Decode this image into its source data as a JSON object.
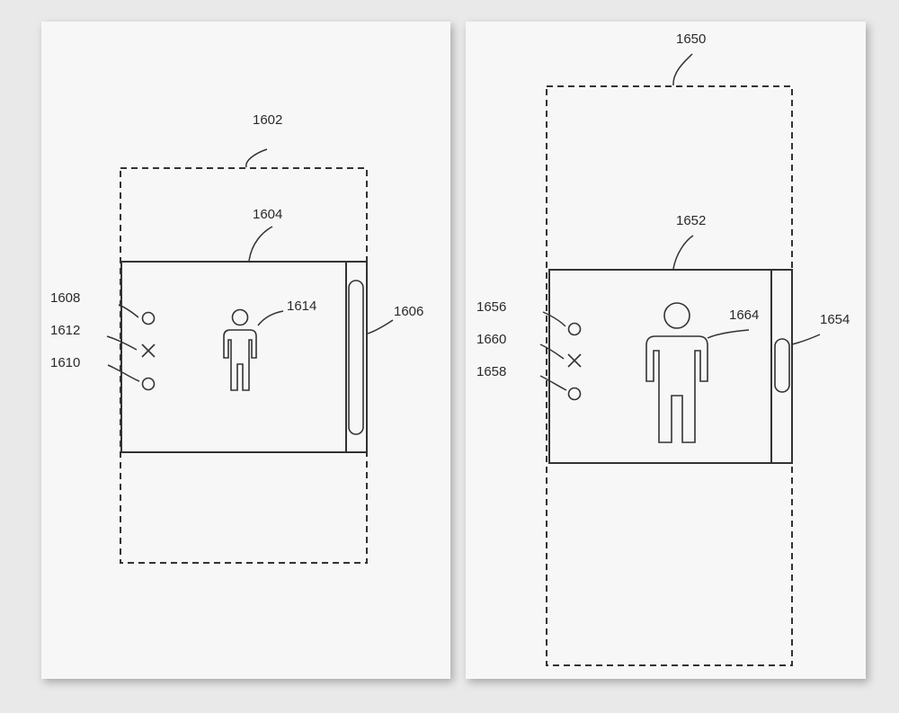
{
  "figures": [
    {
      "outer_label": "1602",
      "display_label": "1604",
      "strip_label": "1606",
      "dot_top_label": "1608",
      "cross_label": "1612",
      "dot_bottom_label": "1610",
      "person_label": "1614"
    },
    {
      "outer_label": "1650",
      "display_label": "1652",
      "strip_label": "1654",
      "dot_top_label": "1656",
      "cross_label": "1660",
      "dot_bottom_label": "1658",
      "person_label": "1664"
    }
  ]
}
